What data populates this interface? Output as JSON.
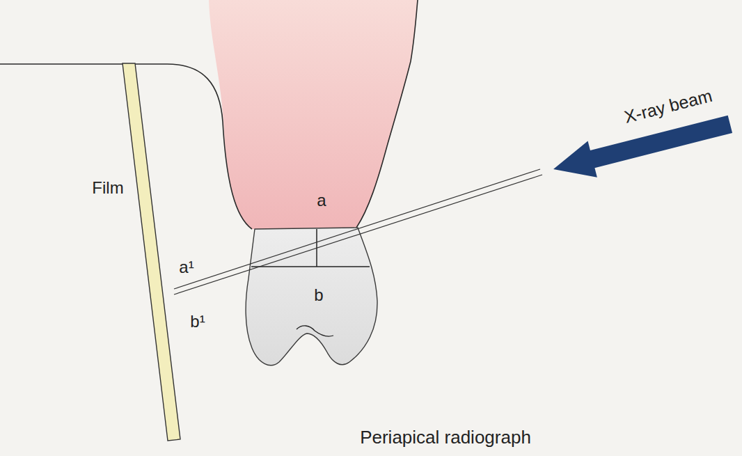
{
  "diagram": {
    "caption": "Periapical radiograph",
    "labels": [
      "Film",
      "a",
      "a¹",
      "b",
      "b¹",
      "X-ray beam"
    ]
  }
}
